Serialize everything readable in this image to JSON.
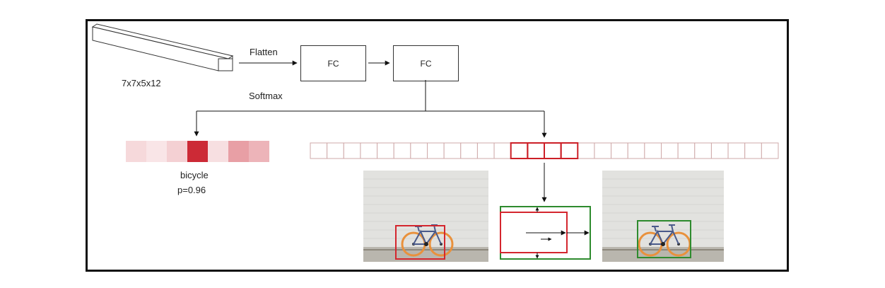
{
  "tensor": {
    "label": "7x7x5x12"
  },
  "flatten_label": "Flatten",
  "softmax_label": "Softmax",
  "fc_blocks": [
    {
      "label": "FC"
    },
    {
      "label": "FC"
    }
  ],
  "class_prediction": {
    "cell_intensities": [
      0.18,
      0.12,
      0.22,
      1.0,
      0.15,
      0.45,
      0.35
    ],
    "top_index": 3,
    "label": "bicycle",
    "probability_text": "p=0.96"
  },
  "regression_vector": {
    "cell_count": 28,
    "highlight_start": 12,
    "highlight_count": 4
  },
  "colors": {
    "class_red": "#cc2a36",
    "highlight_red": "#cc1f27",
    "vector_border": "#cfa8a8",
    "proposal_box": "#d4262e",
    "refined_box": "#2e8b2e",
    "frame": "#111111"
  },
  "images": [
    {
      "content": "bicycle-photo",
      "box": "proposal"
    },
    {
      "content": "offset-diagram"
    },
    {
      "content": "bicycle-photo",
      "box": "refined"
    }
  ]
}
